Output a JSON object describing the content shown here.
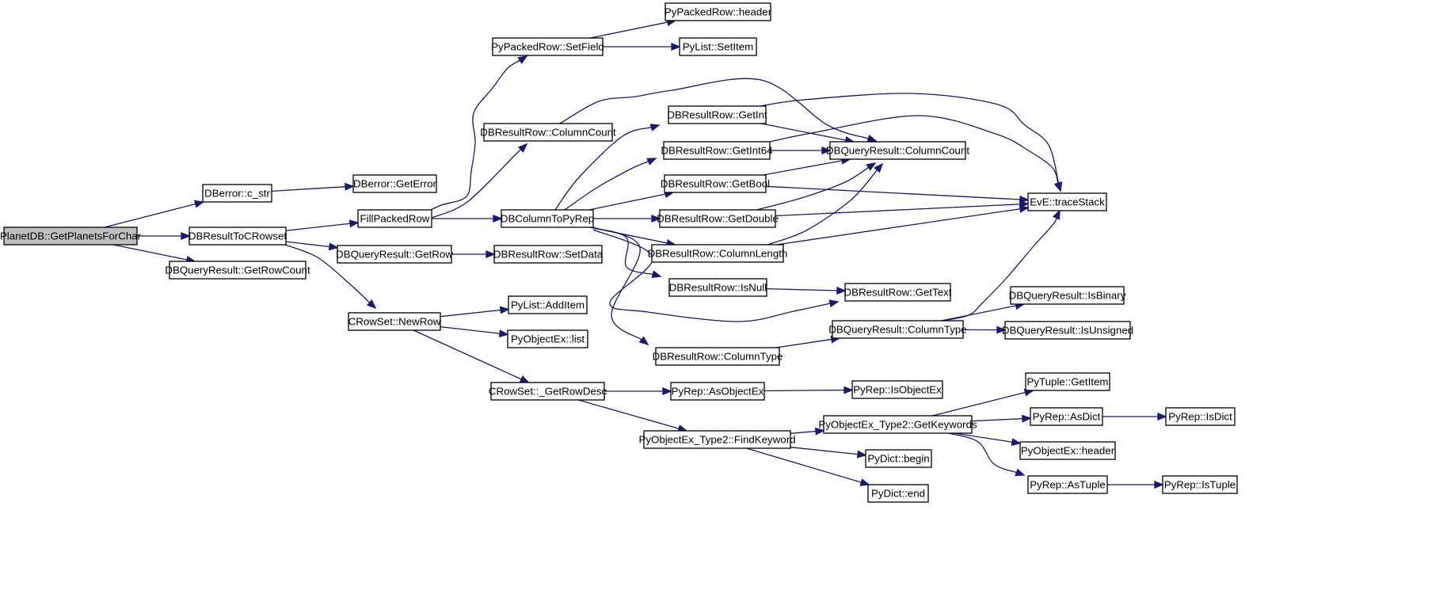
{
  "diagram": {
    "nodes": [
      {
        "id": "n0",
        "label": "PlanetDB::GetPlanetsForChar",
        "root": true
      },
      {
        "id": "n1",
        "label": "DBerror::c_str"
      },
      {
        "id": "n2",
        "label": "DBResultToCRowset"
      },
      {
        "id": "n3",
        "label": "DBQueryResult::GetRowCount"
      },
      {
        "id": "n4",
        "label": "DBerror::GetError"
      },
      {
        "id": "n5",
        "label": "FillPackedRow"
      },
      {
        "id": "n6",
        "label": "DBQueryResult::GetRow"
      },
      {
        "id": "n7",
        "label": "CRowSet::NewRow"
      },
      {
        "id": "n8",
        "label": "PyPackedRow::SetField"
      },
      {
        "id": "n9",
        "label": "DBResultRow::ColumnCount"
      },
      {
        "id": "n10",
        "label": "DBColumnToPyRep"
      },
      {
        "id": "n11",
        "label": "DBResultRow::SetData"
      },
      {
        "id": "n12",
        "label": "PyList::AddItem"
      },
      {
        "id": "n13",
        "label": "PyObjectEx::list"
      },
      {
        "id": "n14",
        "label": "CRowSet::_GetRowDesc"
      },
      {
        "id": "n15",
        "label": "PyPackedRow::header"
      },
      {
        "id": "n16",
        "label": "PyList::SetItem"
      },
      {
        "id": "n17",
        "label": "DBResultRow::GetInt"
      },
      {
        "id": "n18",
        "label": "DBResultRow::GetInt64"
      },
      {
        "id": "n19",
        "label": "DBResultRow::GetBool"
      },
      {
        "id": "n20",
        "label": "DBResultRow::GetDouble"
      },
      {
        "id": "n21",
        "label": "DBResultRow::ColumnLength"
      },
      {
        "id": "n22",
        "label": "DBResultRow::IsNull"
      },
      {
        "id": "n23",
        "label": "DBResultRow::ColumnType"
      },
      {
        "id": "n24",
        "label": "PyRep::AsObjectEx"
      },
      {
        "id": "n25",
        "label": "PyObjectEx_Type2::FindKeyword"
      },
      {
        "id": "n26",
        "label": "DBQueryResult::ColumnCount"
      },
      {
        "id": "n27",
        "label": "DBResultRow::GetText"
      },
      {
        "id": "n28",
        "label": "DBQueryResult::ColumnType"
      },
      {
        "id": "n29",
        "label": "PyRep::IsObjectEx"
      },
      {
        "id": "n30",
        "label": "PyObjectEx_Type2::GetKeywords"
      },
      {
        "id": "n31",
        "label": "PyDict::begin"
      },
      {
        "id": "n32",
        "label": "PyDict::end"
      },
      {
        "id": "n33",
        "label": "EvE::traceStack"
      },
      {
        "id": "n34",
        "label": "DBQueryResult::IsBinary"
      },
      {
        "id": "n35",
        "label": "DBQueryResult::IsUnsigned"
      },
      {
        "id": "n36",
        "label": "PyTuple::GetItem"
      },
      {
        "id": "n37",
        "label": "PyRep::AsDict"
      },
      {
        "id": "n38",
        "label": "PyObjectEx::header"
      },
      {
        "id": "n39",
        "label": "PyRep::AsTuple"
      },
      {
        "id": "n40",
        "label": "PyRep::IsDict"
      },
      {
        "id": "n41",
        "label": "PyRep::IsTuple"
      }
    ],
    "edges": [
      {
        "from": "n0",
        "to": "n1"
      },
      {
        "from": "n0",
        "to": "n2"
      },
      {
        "from": "n0",
        "to": "n3"
      },
      {
        "from": "n1",
        "to": "n4"
      },
      {
        "from": "n2",
        "to": "n5"
      },
      {
        "from": "n2",
        "to": "n6"
      },
      {
        "from": "n2",
        "to": "n7"
      },
      {
        "from": "n5",
        "to": "n8"
      },
      {
        "from": "n5",
        "to": "n9"
      },
      {
        "from": "n5",
        "to": "n10"
      },
      {
        "from": "n6",
        "to": "n11"
      },
      {
        "from": "n7",
        "to": "n12"
      },
      {
        "from": "n7",
        "to": "n13"
      },
      {
        "from": "n7",
        "to": "n14"
      },
      {
        "from": "n8",
        "to": "n15"
      },
      {
        "from": "n8",
        "to": "n16"
      },
      {
        "from": "n9",
        "to": "n26"
      },
      {
        "from": "n10",
        "to": "n17"
      },
      {
        "from": "n10",
        "to": "n18"
      },
      {
        "from": "n10",
        "to": "n19"
      },
      {
        "from": "n10",
        "to": "n20"
      },
      {
        "from": "n10",
        "to": "n21"
      },
      {
        "from": "n10",
        "to": "n22"
      },
      {
        "from": "n10",
        "to": "n27"
      },
      {
        "from": "n10",
        "to": "n23"
      },
      {
        "from": "n17",
        "to": "n26"
      },
      {
        "from": "n17",
        "to": "n33"
      },
      {
        "from": "n18",
        "to": "n26"
      },
      {
        "from": "n18",
        "to": "n33"
      },
      {
        "from": "n19",
        "to": "n26"
      },
      {
        "from": "n19",
        "to": "n33"
      },
      {
        "from": "n20",
        "to": "n26"
      },
      {
        "from": "n20",
        "to": "n33"
      },
      {
        "from": "n21",
        "to": "n26"
      },
      {
        "from": "n21",
        "to": "n33"
      },
      {
        "from": "n22",
        "to": "n27"
      },
      {
        "from": "n23",
        "to": "n28"
      },
      {
        "from": "n28",
        "to": "n34"
      },
      {
        "from": "n28",
        "to": "n35"
      },
      {
        "from": "n28",
        "to": "n33"
      },
      {
        "from": "n14",
        "to": "n24"
      },
      {
        "from": "n14",
        "to": "n25"
      },
      {
        "from": "n24",
        "to": "n29"
      },
      {
        "from": "n25",
        "to": "n30"
      },
      {
        "from": "n25",
        "to": "n31"
      },
      {
        "from": "n25",
        "to": "n32"
      },
      {
        "from": "n30",
        "to": "n36"
      },
      {
        "from": "n30",
        "to": "n37"
      },
      {
        "from": "n30",
        "to": "n38"
      },
      {
        "from": "n30",
        "to": "n39"
      },
      {
        "from": "n37",
        "to": "n40"
      },
      {
        "from": "n39",
        "to": "n41"
      }
    ]
  }
}
